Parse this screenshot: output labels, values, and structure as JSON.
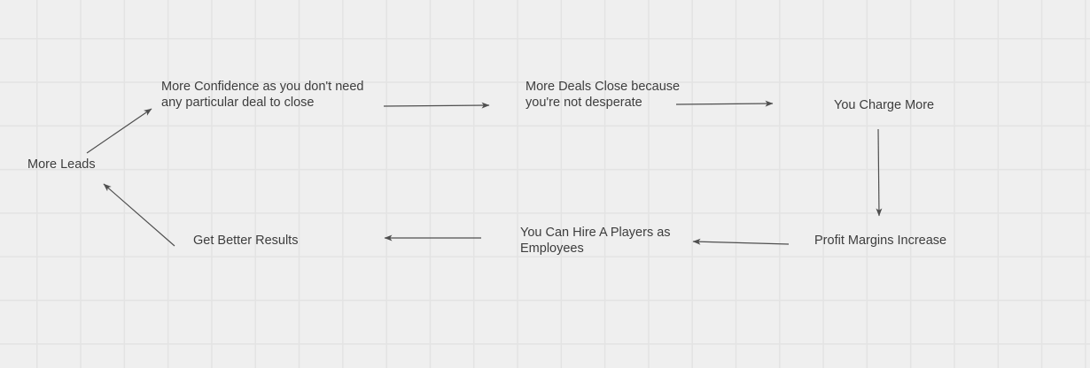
{
  "canvas": {
    "type": "whiteboard-grid",
    "colors": {
      "background": "#efefef",
      "grid_line": "#e3e3e3",
      "text": "#3d3d3d",
      "connector": "#4f4f4f"
    }
  },
  "diagram": {
    "description": "Circular flywheel flow of text labels connected by arrows",
    "nodes": [
      {
        "id": "more-leads",
        "label": "More Leads"
      },
      {
        "id": "more-confidence",
        "label": "More Confidence as you don't need\nany particular deal to close"
      },
      {
        "id": "more-deals-close",
        "label": "More Deals Close because\nyou're not desperate"
      },
      {
        "id": "you-charge-more",
        "label": "You Charge More"
      },
      {
        "id": "profit-margins-increase",
        "label": "Profit Margins Increase"
      },
      {
        "id": "you-can-hire-a-players",
        "label": "You Can Hire A Players as\nEmployees"
      },
      {
        "id": "get-better-results",
        "label": "Get Better Results"
      }
    ],
    "edges": [
      {
        "from": "more-leads",
        "to": "more-confidence"
      },
      {
        "from": "more-confidence",
        "to": "more-deals-close"
      },
      {
        "from": "more-deals-close",
        "to": "you-charge-more"
      },
      {
        "from": "you-charge-more",
        "to": "profit-margins-increase"
      },
      {
        "from": "profit-margins-increase",
        "to": "you-can-hire-a-players"
      },
      {
        "from": "you-can-hire-a-players",
        "to": "get-better-results"
      },
      {
        "from": "get-better-results",
        "to": "more-leads"
      }
    ]
  }
}
